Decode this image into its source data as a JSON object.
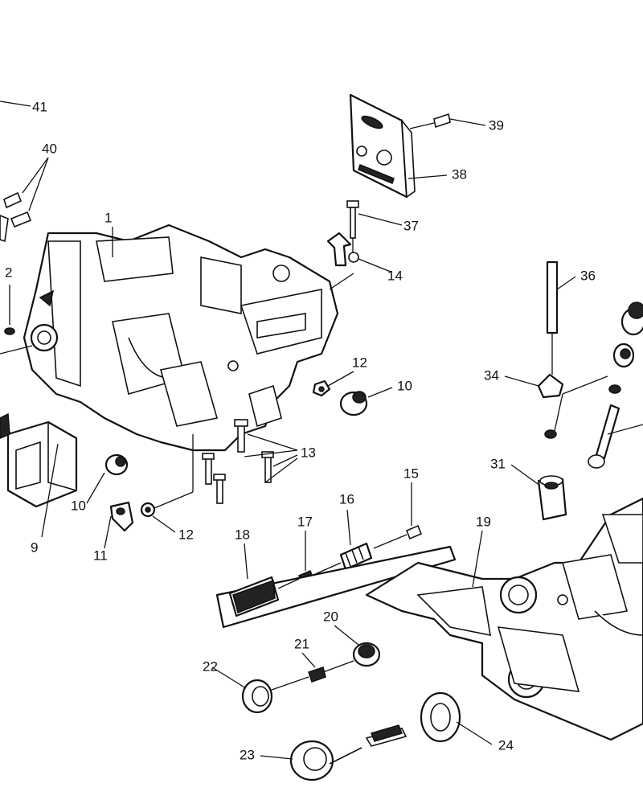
{
  "callouts": [
    {
      "id": "1",
      "text": "1"
    },
    {
      "id": "2",
      "text": "2"
    },
    {
      "id": "9",
      "text": "9"
    },
    {
      "id": "10a",
      "text": "10"
    },
    {
      "id": "10b",
      "text": "10"
    },
    {
      "id": "11",
      "text": "11"
    },
    {
      "id": "12a",
      "text": "12"
    },
    {
      "id": "12b",
      "text": "12"
    },
    {
      "id": "13",
      "text": "13"
    },
    {
      "id": "14",
      "text": "14"
    },
    {
      "id": "15",
      "text": "15"
    },
    {
      "id": "16",
      "text": "16"
    },
    {
      "id": "17",
      "text": "17"
    },
    {
      "id": "18",
      "text": "18"
    },
    {
      "id": "19",
      "text": "19"
    },
    {
      "id": "20",
      "text": "20"
    },
    {
      "id": "21",
      "text": "21"
    },
    {
      "id": "22",
      "text": "22"
    },
    {
      "id": "23",
      "text": "23"
    },
    {
      "id": "24",
      "text": "24"
    },
    {
      "id": "31",
      "text": "31"
    },
    {
      "id": "34",
      "text": "34"
    },
    {
      "id": "36",
      "text": "36"
    },
    {
      "id": "37",
      "text": "37"
    },
    {
      "id": "38",
      "text": "38"
    },
    {
      "id": "39",
      "text": "39"
    },
    {
      "id": "40",
      "text": "40"
    },
    {
      "id": "41",
      "text": "41"
    }
  ]
}
